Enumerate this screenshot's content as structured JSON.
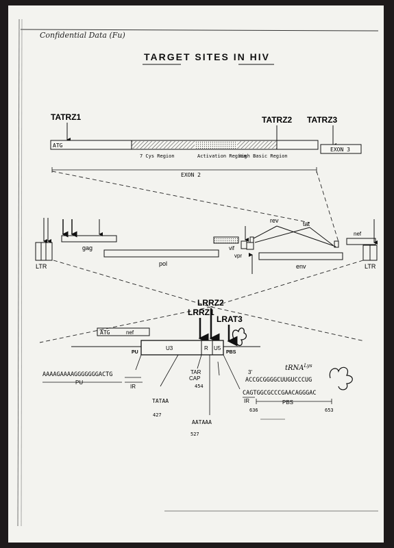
{
  "header": {
    "note": "Confidential Data (Fu)",
    "title": "TARGET SITES IN HIV"
  },
  "tat_diagram": {
    "targets": [
      "TATRZ1",
      "TATRZ2",
      "TATRZ3"
    ],
    "box_start": "ATG",
    "regions": [
      "7 Cys Region",
      "Activation Region",
      "High Basic Region"
    ],
    "exon3": "EXON 3",
    "exon2": "EXON 2"
  },
  "genome": {
    "genes": {
      "gag": "gag",
      "pol": "pol",
      "vif": "vif",
      "vpr": "vpr",
      "env": "env",
      "nef": "nef",
      "rev": "rev",
      "tat": "tat"
    },
    "ltr": "LTR"
  },
  "ltr_detail": {
    "targets": [
      "LRRZ2",
      "LRRZ1",
      "LRAT3"
    ],
    "atg": "ATG",
    "nef": "nef",
    "segments": [
      "U3",
      "R",
      "U5"
    ],
    "pu": "PU",
    "pbs": "PBS",
    "seq_left": "AAAAGAAAAGGGGGGGACTG",
    "seq_left_pu": "PU",
    "seq_left_ir": "IR",
    "tar": "TAR",
    "cap": "CAP",
    "cap_pos": "454",
    "tataa": "TATAA",
    "tataa_pos": "427",
    "aataaa": "AATAAA",
    "aataaa_pos": "527",
    "three_prime": "3'",
    "trna_label": "tRNA",
    "trna_sup": "Lys",
    "trna_seq": "ACCGCGGGGCUUGUCCCUG",
    "dna_seq": "CAGTGGCGCCCGAACAGGGAC",
    "ir": "IR",
    "pbs_label": "PBS",
    "pos_636": "636",
    "pos_653": "653"
  }
}
